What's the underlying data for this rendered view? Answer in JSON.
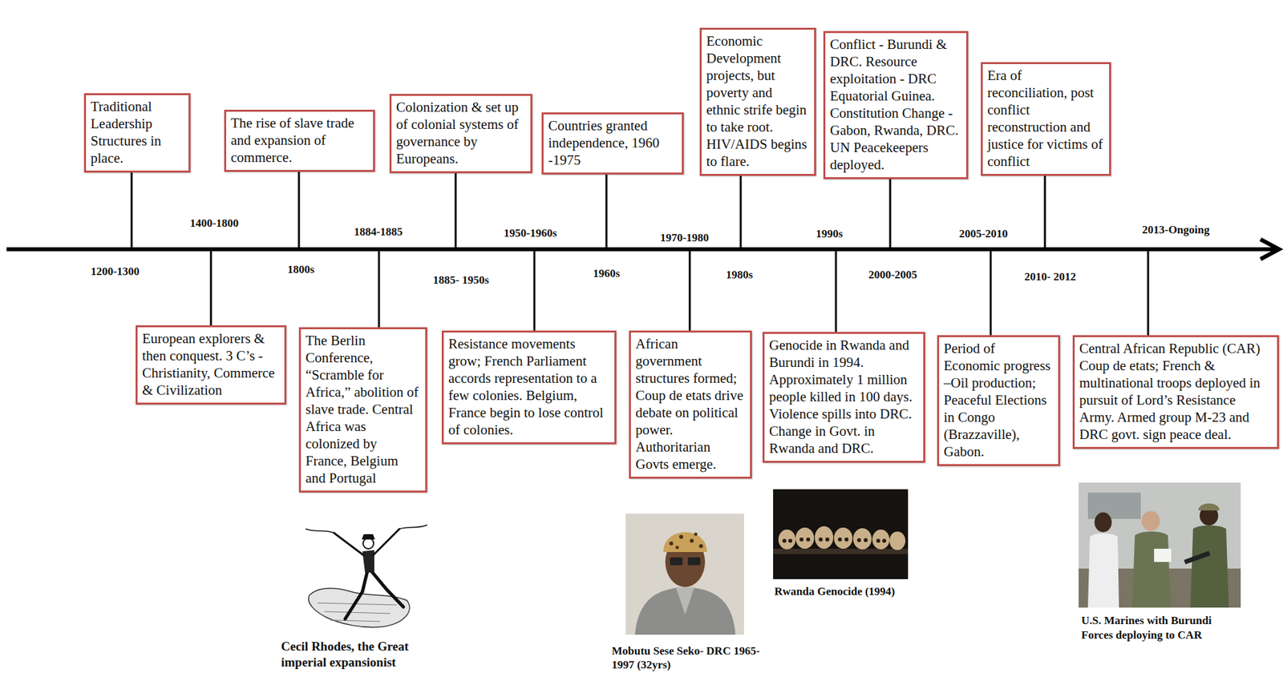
{
  "diagram": {
    "nodes": [
      {
        "text": [
          "Traditional Leadership Structures in place."
        ]
      },
      {
        "text": [
          "European explorers & then conquest. 3 C’s - Christianity, Commerce & Civilization"
        ]
      },
      {
        "text": [
          "The rise of slave trade and expansion of commerce."
        ]
      },
      {
        "text": [
          "The Berlin Conference, “Scramble for Africa,” abolition of slave trade. Central Africa was colonized by France, Belgium and Portugal"
        ]
      },
      {
        "text": [
          "Colonization & set up of colonial systems of governance by Europeans."
        ]
      },
      {
        "text": [
          "Resistance movements grow; French Parliament accords representation to a few colonies. Belgium, France begin to lose control of colonies."
        ]
      },
      {
        "text": [
          "Countries granted independence, 1960 -1975"
        ]
      },
      {
        "text": [
          "African government structures formed; Coup de etats drive debate on political power. Authoritarian Govts emerge."
        ]
      },
      {
        "text": [
          "Economic Development projects, but poverty and ethnic strife begin to take root. HIV/AIDS begins to flare."
        ]
      },
      {
        "text": [
          "Genocide in Rwanda and Burundi in 1994. Approximately 1 million people killed in 100 days. Violence spills into DRC. Change in Govt. in Rwanda and DRC."
        ]
      },
      {
        "text": [
          "Conflict - Burundi & DRC. Resource exploitation - DRC Equatorial Guinea. Constitution Change - Gabon, Rwanda, DRC. UN Peacekeepers deployed."
        ]
      },
      {
        "text": [
          "Period of Economic progress –Oil production; Peaceful Elections in Congo (Brazzaville), Gabon."
        ]
      },
      {
        "text": [
          "Era of reconciliation, post conflict reconstruction and justice for victims of conflict"
        ]
      },
      {
        "text": [
          "Central African Republic (CAR) Coup de etats; French & multinational troops deployed in pursuit of Lord’s Resistance Army. Armed group M-23 and DRC govt. sign peace deal."
        ]
      }
    ],
    "labels": [
      "1200-1300",
      "1400-1800",
      "1800s",
      "1884-1885",
      "1885- 1950s",
      "1950-1960s",
      "1960s",
      "1970-1980",
      "1980s",
      "1990s",
      "2000-2005",
      "2005-2010",
      "2010- 2012",
      "2013-Ongoing",
      "Cecil Rhodes, the Great imperial expansionist",
      "Mobutu Sese Seko- DRC 1965- 1997 (32yrs)",
      "Rwanda Genocide (1994)",
      "U.S. Marines with Burundi Forces deploying to CAR"
    ]
  }
}
